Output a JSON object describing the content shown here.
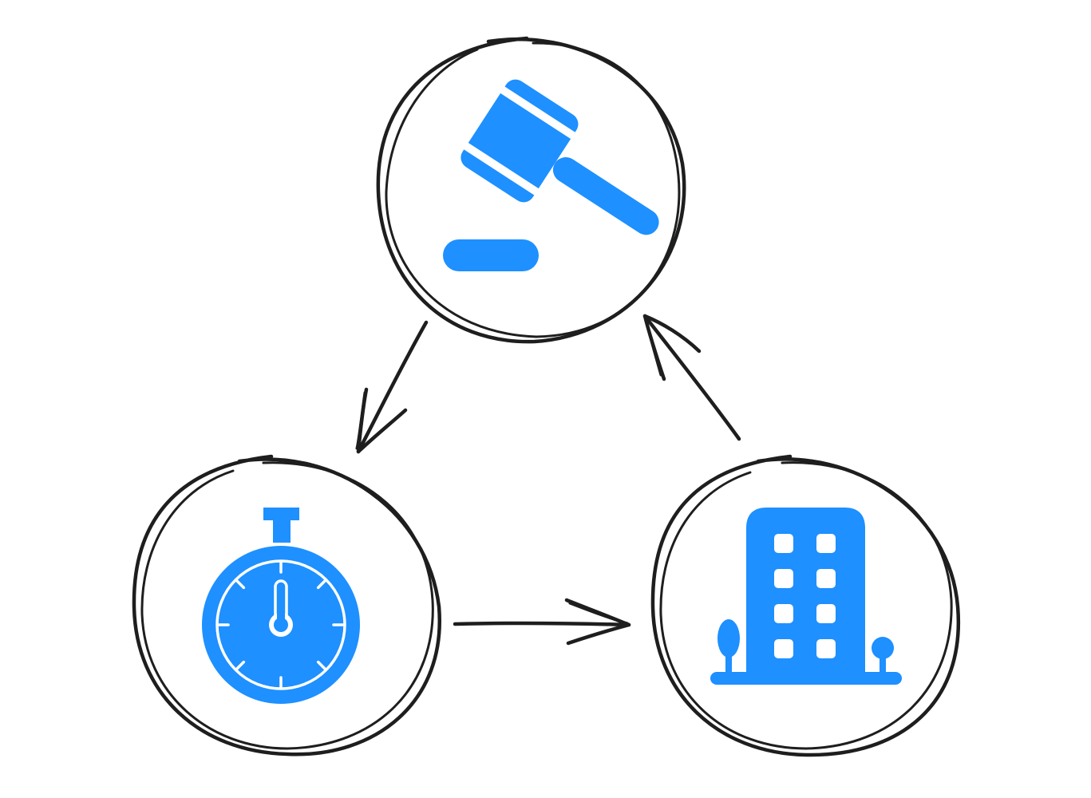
{
  "colors": {
    "icon": "#1e90ff",
    "stroke": "#1e1e1e",
    "background": "#ffffff"
  },
  "nodes": [
    {
      "id": "top",
      "icon": "gavel-icon"
    },
    {
      "id": "bottom-left",
      "icon": "stopwatch-icon"
    },
    {
      "id": "bottom-right",
      "icon": "building-icon"
    }
  ],
  "edges": [
    {
      "from": "top",
      "to": "bottom-left"
    },
    {
      "from": "bottom-left",
      "to": "bottom-right"
    },
    {
      "from": "bottom-right",
      "to": "top"
    }
  ]
}
